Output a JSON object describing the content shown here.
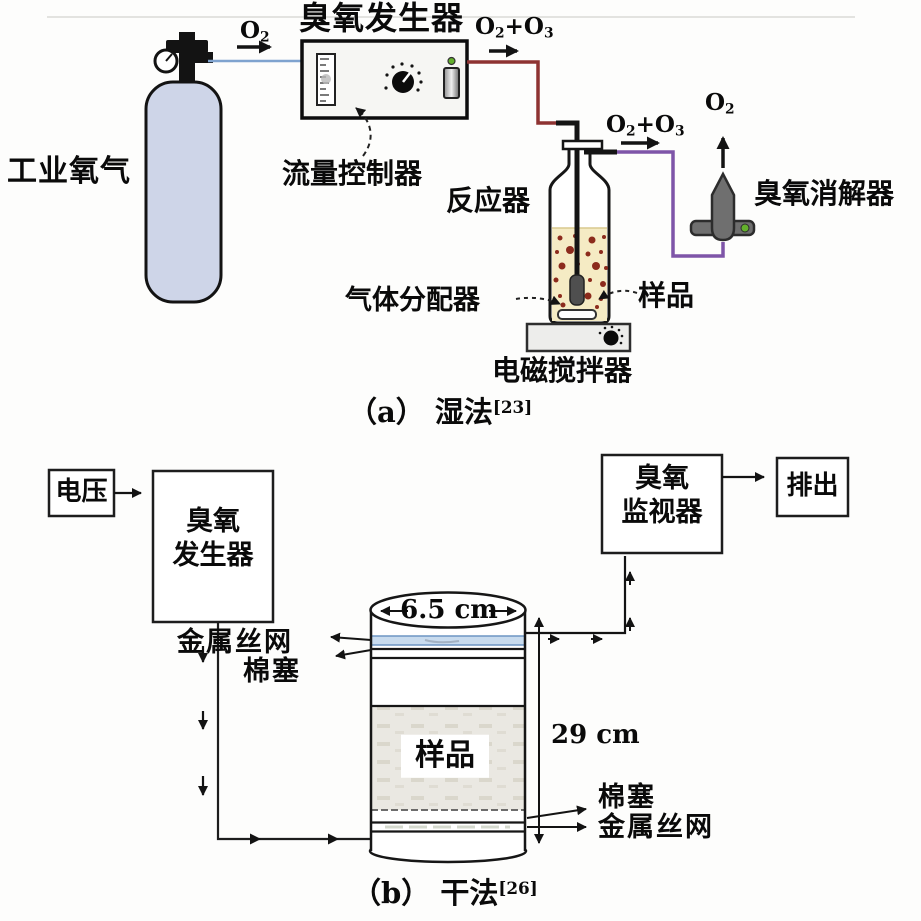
{
  "colors": {
    "line_blue": "#7fa3cf",
    "line_red": "#8e3332",
    "line_purple": "#7e55a8",
    "tank_fill": "#ced5e8",
    "panel_fill": "#f6f6f3",
    "liquid_fill": "#f5ebc4",
    "dot_red": "#8c2b1c",
    "device_gray": "#6f6f6f",
    "led_green": "#63b02c",
    "mesh_blue": "#c8dbee",
    "mesh_blue_edge": "#6d95c4",
    "sample_fill": "#eae8e2",
    "ink": "#131313"
  },
  "panel_a": {
    "title": "臭氧发生器",
    "tank_label": "工业氧气",
    "flow_controller_label": "流量控制器",
    "reactor_label": "反应器",
    "gas_distributor_label": "气体分配器",
    "sample_label": "样品",
    "stirrer_label": "电磁搅拌器",
    "destructor_label": "臭氧消解器",
    "o2_in": {
      "base": "O",
      "sub": "2"
    },
    "o2_out": {
      "base": "O",
      "sub": "2"
    },
    "o2_o3_first": {
      "p1": "O",
      "s1": "2",
      "p2": "+O",
      "s2": "3"
    },
    "o2_o3_second": {
      "p1": "O",
      "s1": "2",
      "p2": "+O",
      "s2": "3"
    },
    "caption": {
      "text": "（a） 湿法",
      "ref": "[23]"
    }
  },
  "panel_b": {
    "voltage_label": "电压",
    "generator_line1": "臭氧",
    "generator_line2": "发生器",
    "monitor_line1": "臭氧",
    "monitor_line2": "监视器",
    "exhaust_label": "排出",
    "mesh_label_left": "金属丝网",
    "plug_label_left": "棉塞",
    "plug_label_right": "棉塞",
    "mesh_label_right": "金属丝网",
    "sample_label": "样品",
    "tube_diameter": "6.5 cm",
    "tube_height": "29 cm",
    "caption": {
      "text": "（b） 干法",
      "ref": "[26]"
    }
  }
}
